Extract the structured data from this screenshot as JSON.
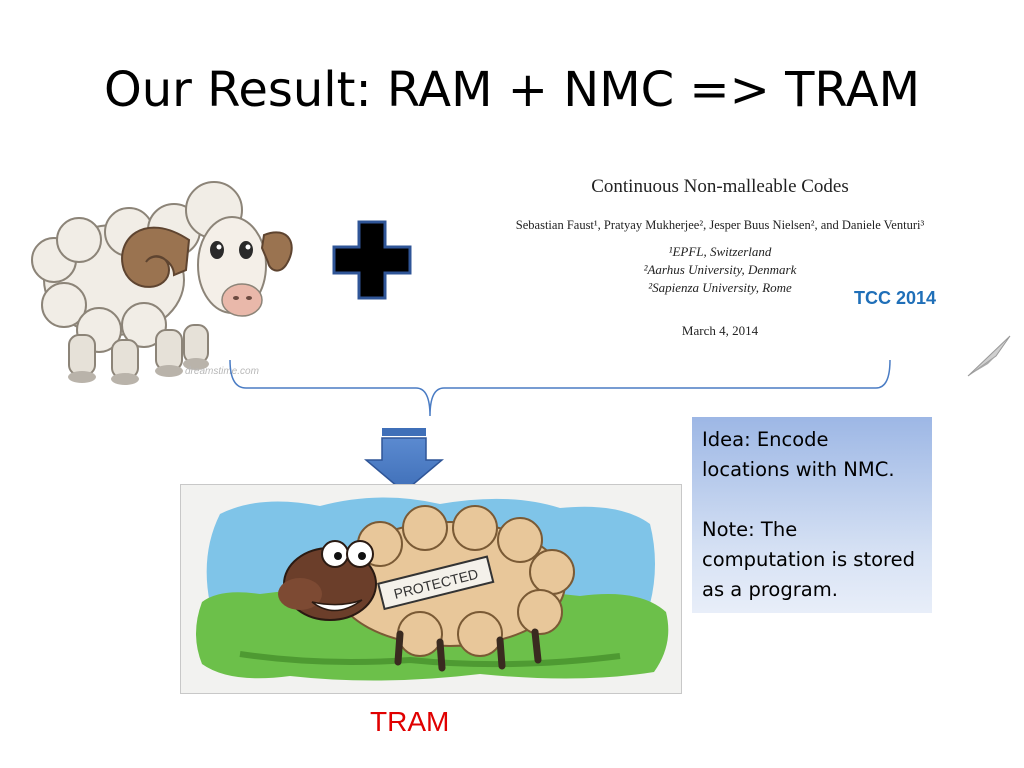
{
  "slide": {
    "title": "Our Result: RAM + NMC => TRAM"
  },
  "ram_image": {
    "watermark": "dreamstime.com"
  },
  "paper": {
    "title": "Continuous Non-malleable Codes",
    "authors": "Sebastian Faust¹, Pratyay Mukherjee², Jesper Buus Nielsen², and Daniele Venturi³",
    "affiliations": [
      "¹EPFL, Switzerland",
      "²Aarhus University, Denmark",
      "²Sapienza University, Rome"
    ],
    "date": "March 4, 2014",
    "venue": "TCC 2014"
  },
  "sheep_image": {
    "sign_text": "PROTECTED"
  },
  "result_label": "TRAM",
  "callout": {
    "idea": "Idea: Encode locations with NMC.",
    "note": "Note: The computation is stored as a program."
  },
  "colors": {
    "result_label": "#e00000",
    "venue": "#1f6fb8",
    "arrow": "#4a7cc4",
    "brace": "#4a7cc4"
  },
  "icons": {
    "plus": "plus-icon",
    "arrow": "down-arrow-icon"
  }
}
